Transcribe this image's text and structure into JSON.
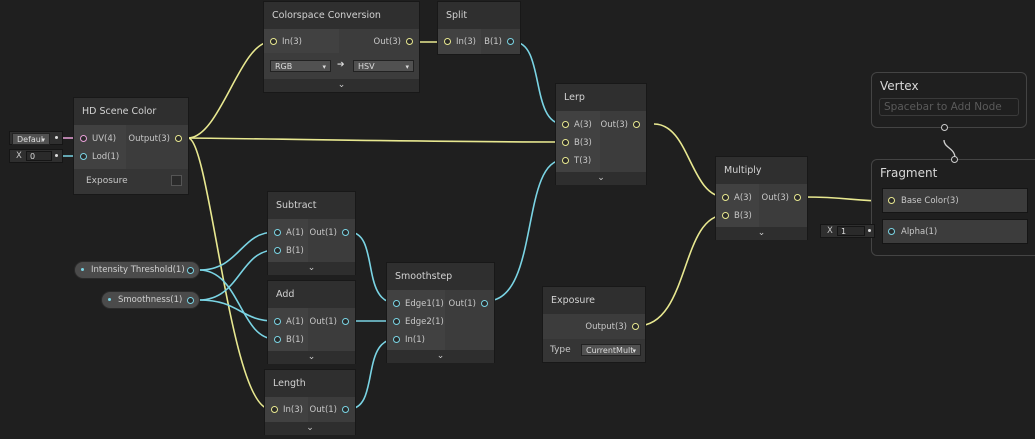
{
  "nodes": {
    "colorspace": {
      "title": "Colorspace Conversion",
      "in": "In(3)",
      "out": "Out(3)",
      "from": "RGB",
      "arrow": "➔",
      "to": "HSV"
    },
    "split": {
      "title": "Split",
      "in": "In(3)",
      "out": "B(1)"
    },
    "hdscene": {
      "title": "HD Scene Color",
      "in1": "UV(4)",
      "in2": "Lod(1)",
      "out": "Output(3)",
      "prop": "Exposure"
    },
    "lerp": {
      "title": "Lerp",
      "a": "A(3)",
      "b": "B(3)",
      "t": "T(3)",
      "out": "Out(3)"
    },
    "subtract": {
      "title": "Subtract",
      "a": "A(1)",
      "b": "B(1)",
      "out": "Out(1)"
    },
    "add": {
      "title": "Add",
      "a": "A(1)",
      "b": "B(1)",
      "out": "Out(1)"
    },
    "length": {
      "title": "Length",
      "in": "In(3)",
      "out": "Out(1)"
    },
    "smoothstep": {
      "title": "Smoothstep",
      "e1": "Edge1(1)",
      "e2": "Edge2(1)",
      "in": "In(1)",
      "out": "Out(1)"
    },
    "multiply": {
      "title": "Multiply",
      "a": "A(3)",
      "b": "B(3)",
      "out": "Out(3)"
    },
    "exposure": {
      "title": "Exposure",
      "out": "Output(3)",
      "type_label": "Type",
      "type_value": "CurrentMult"
    }
  },
  "inline": {
    "uv_default": "Defaul",
    "lod_axis": "X",
    "lod_value": "0",
    "alpha_axis": "X",
    "alpha_value": "1"
  },
  "properties": {
    "intensity": "Intensity Threshold(1)",
    "smoothness": "Smoothness(1)"
  },
  "vertex": {
    "title": "Vertex",
    "placeholder": "Spacebar to Add Node"
  },
  "fragment": {
    "title": "Fragment",
    "base_color": "Base Color(3)",
    "alpha": "Alpha(1)"
  },
  "icons": {
    "dropdown": "▾",
    "chevron": "⌄"
  },
  "colors": {
    "vector3_wire": "#e8e890",
    "float_wire": "#7ad4e4",
    "uv_wire": "#e8a0d8",
    "background": "#1f1f1f"
  }
}
